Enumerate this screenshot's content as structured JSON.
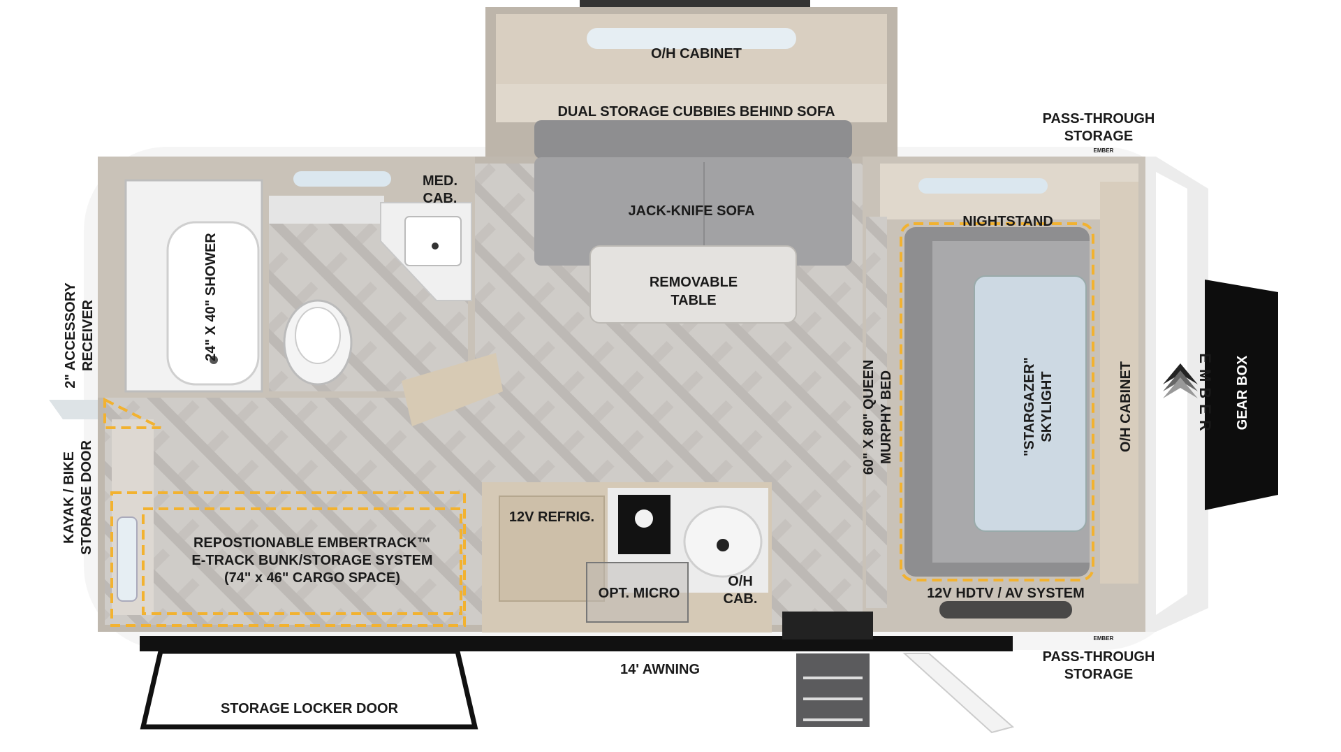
{
  "labels": {
    "oh_cabinet_top": "O/H CABINET",
    "cubbies": "DUAL STORAGE CUBBIES BEHIND SOFA",
    "pass_through_top_1": "PASS-THROUGH",
    "pass_through_top_2": "STORAGE",
    "med_cab_1": "MED.",
    "med_cab_2": "CAB.",
    "sofa": "JACK-KNIFE SOFA",
    "nightstand": "NIGHTSTAND",
    "table_1": "REMOVABLE",
    "table_2": "TABLE",
    "shower": "24\" X 40\" SHOWER",
    "receiver_1": "2\" ACCESSORY",
    "receiver_2": "RECEIVER",
    "bed_1": "60\" X 80\" QUEEN",
    "bed_2": "MURPHY BED",
    "skylight_1": "\"STARGAZER\"",
    "skylight_2": "SKYLIGHT",
    "oh_cabinet_right": "O/H CABINET",
    "gear_box": "GEAR BOX",
    "brand": "EMBER",
    "brand_small": "EMBER",
    "kayak_1": "KAYAK / BIKE",
    "kayak_2": "STORAGE DOOR",
    "refrig": "12V REFRIG.",
    "embertrack_1": "REPOSTIONABLE EMBERTRACK™",
    "embertrack_2": "E-TRACK BUNK/STORAGE SYSTEM",
    "embertrack_3": "(74\" x 46\" CARGO SPACE)",
    "micro": "OPT. MICRO",
    "oh_cab_1": "O/H",
    "oh_cab_2": "CAB.",
    "hdtv": "12V HDTV / AV SYSTEM",
    "awning": "14' AWNING",
    "pass_through_bottom_1": "PASS-THROUGH",
    "pass_through_bottom_2": "STORAGE",
    "locker": "STORAGE LOCKER DOOR"
  },
  "colors": {
    "accent_dashed": "#f2b230",
    "wall": "#c9c2b8",
    "floor": "#d3d0cc",
    "cabinet": "#d8cdbd",
    "sofa": "#8e8e90",
    "gear_box": "#0d0d0d"
  }
}
